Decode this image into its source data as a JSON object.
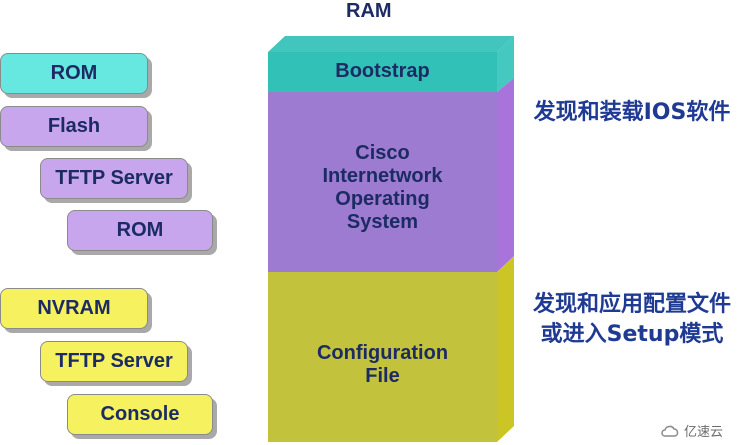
{
  "ram_title": "RAM",
  "stack": {
    "bootstrap": "Bootstrap",
    "ios": [
      "Cisco",
      "Internetwork",
      "Operating",
      "System"
    ],
    "config": [
      "Configuration",
      "File"
    ]
  },
  "ios_sources": [
    "ROM",
    "Flash",
    "TFTP Server",
    "ROM"
  ],
  "config_sources": [
    "NVRAM",
    "TFTP Server",
    "Console"
  ],
  "annotations": {
    "ios": "发现和装载IOS软件",
    "config": [
      "发现和应用配置文件",
      "或进入Setup模式"
    ]
  },
  "watermark": "亿速云",
  "colors": {
    "teal": "#66e8e0",
    "violet": "#c8a6ee",
    "yellow": "#f6f25f",
    "text": "#1c2b63",
    "annotation": "#1f3a93"
  }
}
